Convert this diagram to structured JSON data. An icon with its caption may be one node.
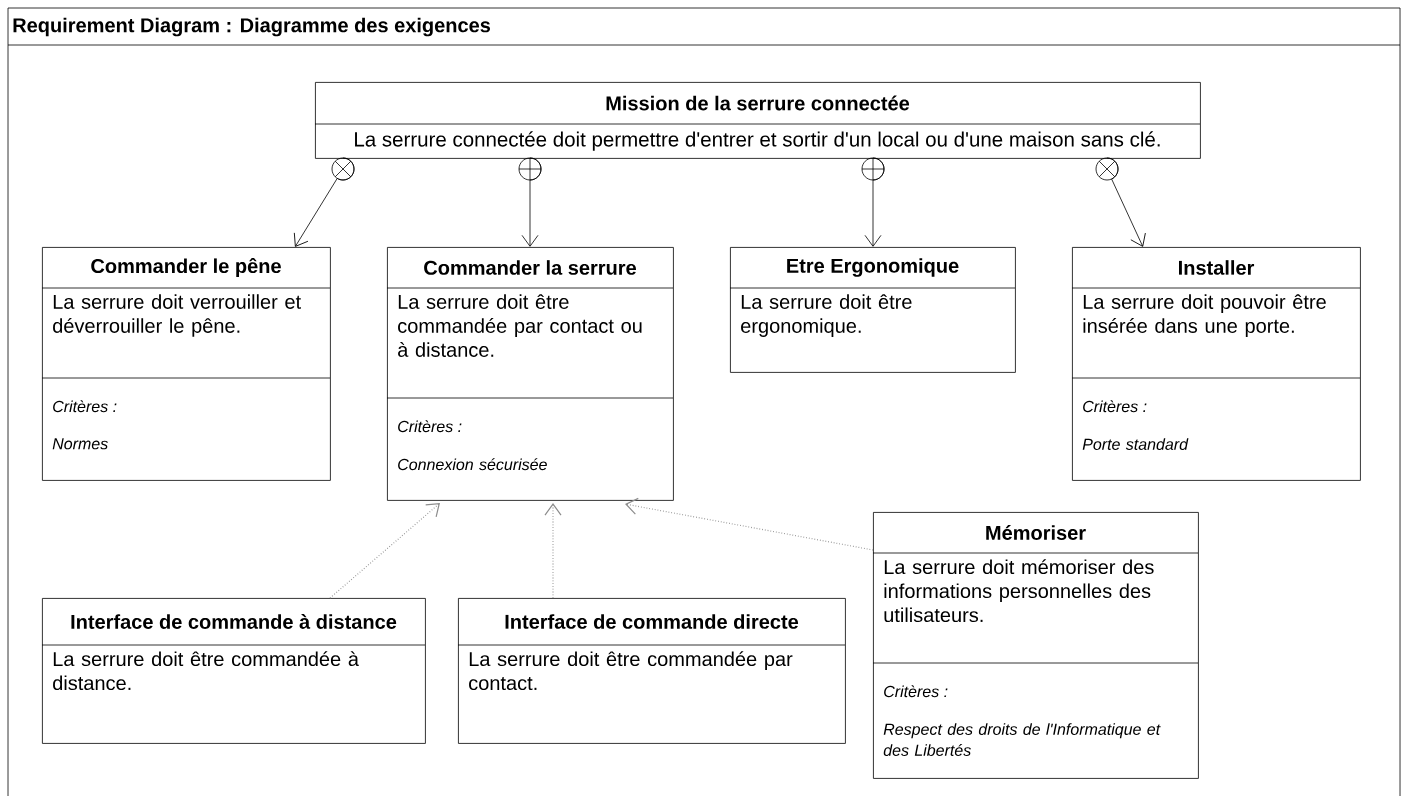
{
  "diagram": {
    "title": "Requirement Diagram : Diagramme des exigences",
    "nodes": [
      {
        "text": [
          "Mission de la serrure connectée",
          "La serrure connectée doit permettre d'entrer et sortir d'un local ou d'une maison sans clé."
        ]
      },
      {
        "text": [
          "Commander le pêne",
          "La serrure doit verrouiller et déverrouiller le pêne.",
          "Critères :",
          "Normes"
        ]
      },
      {
        "text": [
          "Commander la serrure",
          "La serrure doit être commandée par contact ou à distance.",
          "Critères :",
          "Connexion sécurisée"
        ]
      },
      {
        "text": [
          "Etre Ergonomique",
          "La serrure doit être ergonomique."
        ]
      },
      {
        "text": [
          "Installer",
          "La serrure doit pouvoir être insérée dans une porte.",
          "Critères :",
          "Porte standard"
        ]
      },
      {
        "text": [
          "Mémoriser",
          "La serrure doit mémoriser des informations personnelles des utilisateurs.",
          "Critères :",
          "Respect des droits de l'Informatique et des Libertés"
        ]
      },
      {
        "text": [
          "Interface de commande à distance",
          "La serrure doit être commandée à distance."
        ]
      },
      {
        "text": [
          "Interface de commande directe",
          "La serrure doit être commandée par contact."
        ]
      }
    ],
    "edges": [
      {
        "from": 0,
        "to": 1,
        "arrow": "to"
      },
      {
        "from": 0,
        "to": 2,
        "arrow": "to"
      },
      {
        "from": 0,
        "to": 3,
        "arrow": "to"
      },
      {
        "from": 0,
        "to": 4,
        "arrow": "to"
      },
      {
        "from": 6,
        "to": 2,
        "arrow": "to",
        "style": "dashed",
        "color": "#8c8c8c"
      },
      {
        "from": 7,
        "to": 2,
        "arrow": "to",
        "style": "dashed",
        "color": "#8c8c8c"
      },
      {
        "from": 5,
        "to": 2,
        "arrow": "to",
        "style": "dashed",
        "color": "#8c8c8c"
      }
    ]
  }
}
